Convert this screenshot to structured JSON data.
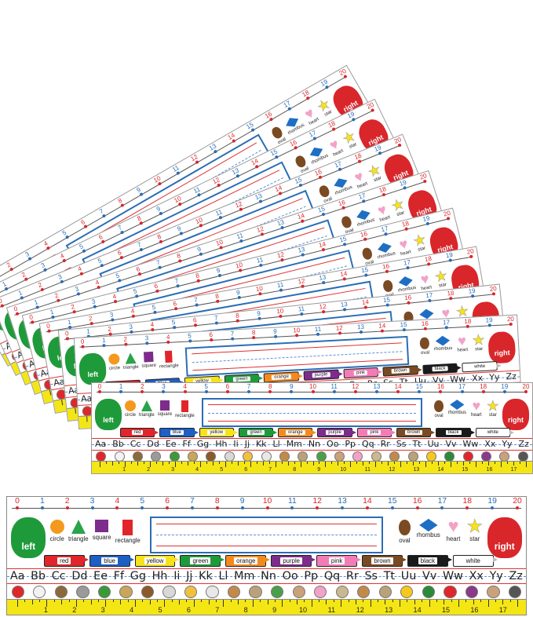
{
  "number_line": [
    "0",
    "1",
    "2",
    "3",
    "4",
    "5",
    "6",
    "7",
    "8",
    "9",
    "10",
    "11",
    "12",
    "13",
    "14",
    "15",
    "16",
    "17",
    "18",
    "19",
    "20"
  ],
  "hand_left": "left",
  "hand_right": "right",
  "left_shapes": [
    {
      "name": "circle",
      "color": "#f39a1e",
      "shape": "circle"
    },
    {
      "name": "triangle",
      "color": "#2aa34a",
      "shape": "triangle"
    },
    {
      "name": "square",
      "color": "#7d2c8c",
      "shape": "square"
    },
    {
      "name": "rectangle",
      "color": "#e0262b",
      "shape": "rect"
    }
  ],
  "right_shapes": [
    {
      "name": "oval",
      "color": "#7a4a22",
      "shape": "oval"
    },
    {
      "name": "rhombus",
      "color": "#1e6fc4",
      "shape": "rhombus"
    },
    {
      "name": "heart",
      "color": "#f2a2c8",
      "shape": "heart"
    },
    {
      "name": "star",
      "color": "#f7e21c",
      "shape": "star"
    }
  ],
  "crayons": [
    {
      "label": "red",
      "color": "#e0262b"
    },
    {
      "label": "blue",
      "color": "#1e5fc4"
    },
    {
      "label": "yellow",
      "color": "#f7e21c"
    },
    {
      "label": "green",
      "color": "#1f9a3a"
    },
    {
      "label": "orange",
      "color": "#f38a1e"
    },
    {
      "label": "purple",
      "color": "#7d2c8c"
    },
    {
      "label": "pink",
      "color": "#f27cb6"
    },
    {
      "label": "brown",
      "color": "#7a4a22"
    },
    {
      "label": "black",
      "color": "#1a1a1a"
    },
    {
      "label": "white",
      "color": "#ffffff"
    }
  ],
  "alphabet": [
    "Aa",
    "Bb",
    "Cc",
    "Dd",
    "Ee",
    "Ff",
    "Gg",
    "Hh",
    "Ii",
    "Jj",
    "Kk",
    "Ll",
    "Mm",
    "Nn",
    "Oo",
    "Pp",
    "Qq",
    "Rr",
    "Ss",
    "Tt",
    "Uu",
    "Vv",
    "Ww",
    "Xx",
    "Yy",
    "Zz"
  ],
  "ruler_numbers": [
    "1",
    "2",
    "3",
    "4",
    "5",
    "6",
    "7",
    "8",
    "9",
    "10",
    "11",
    "12",
    "13",
    "14",
    "15",
    "16",
    "17"
  ],
  "icon_colors": [
    "#e0262b",
    "#f2f2f2",
    "#8a6a3c",
    "#9a9a9a",
    "#3a9a3a",
    "#c9a65a",
    "#8a5a2a",
    "#d8d8d8",
    "#f0c040",
    "#e8e8e8",
    "#c28a4a",
    "#b9a27a",
    "#4aa04a",
    "#c9a27a",
    "#f2a2c8",
    "#c9b890",
    "#c28a4a",
    "#b9a27a",
    "#f7c81c",
    "#2a8a3a",
    "#e0262b",
    "#8a3a8a",
    "#c9a27a",
    "#555555"
  ],
  "accent": {
    "red": "#d9262b",
    "blue": "#2a6db5",
    "ruler": "#f4e614"
  }
}
